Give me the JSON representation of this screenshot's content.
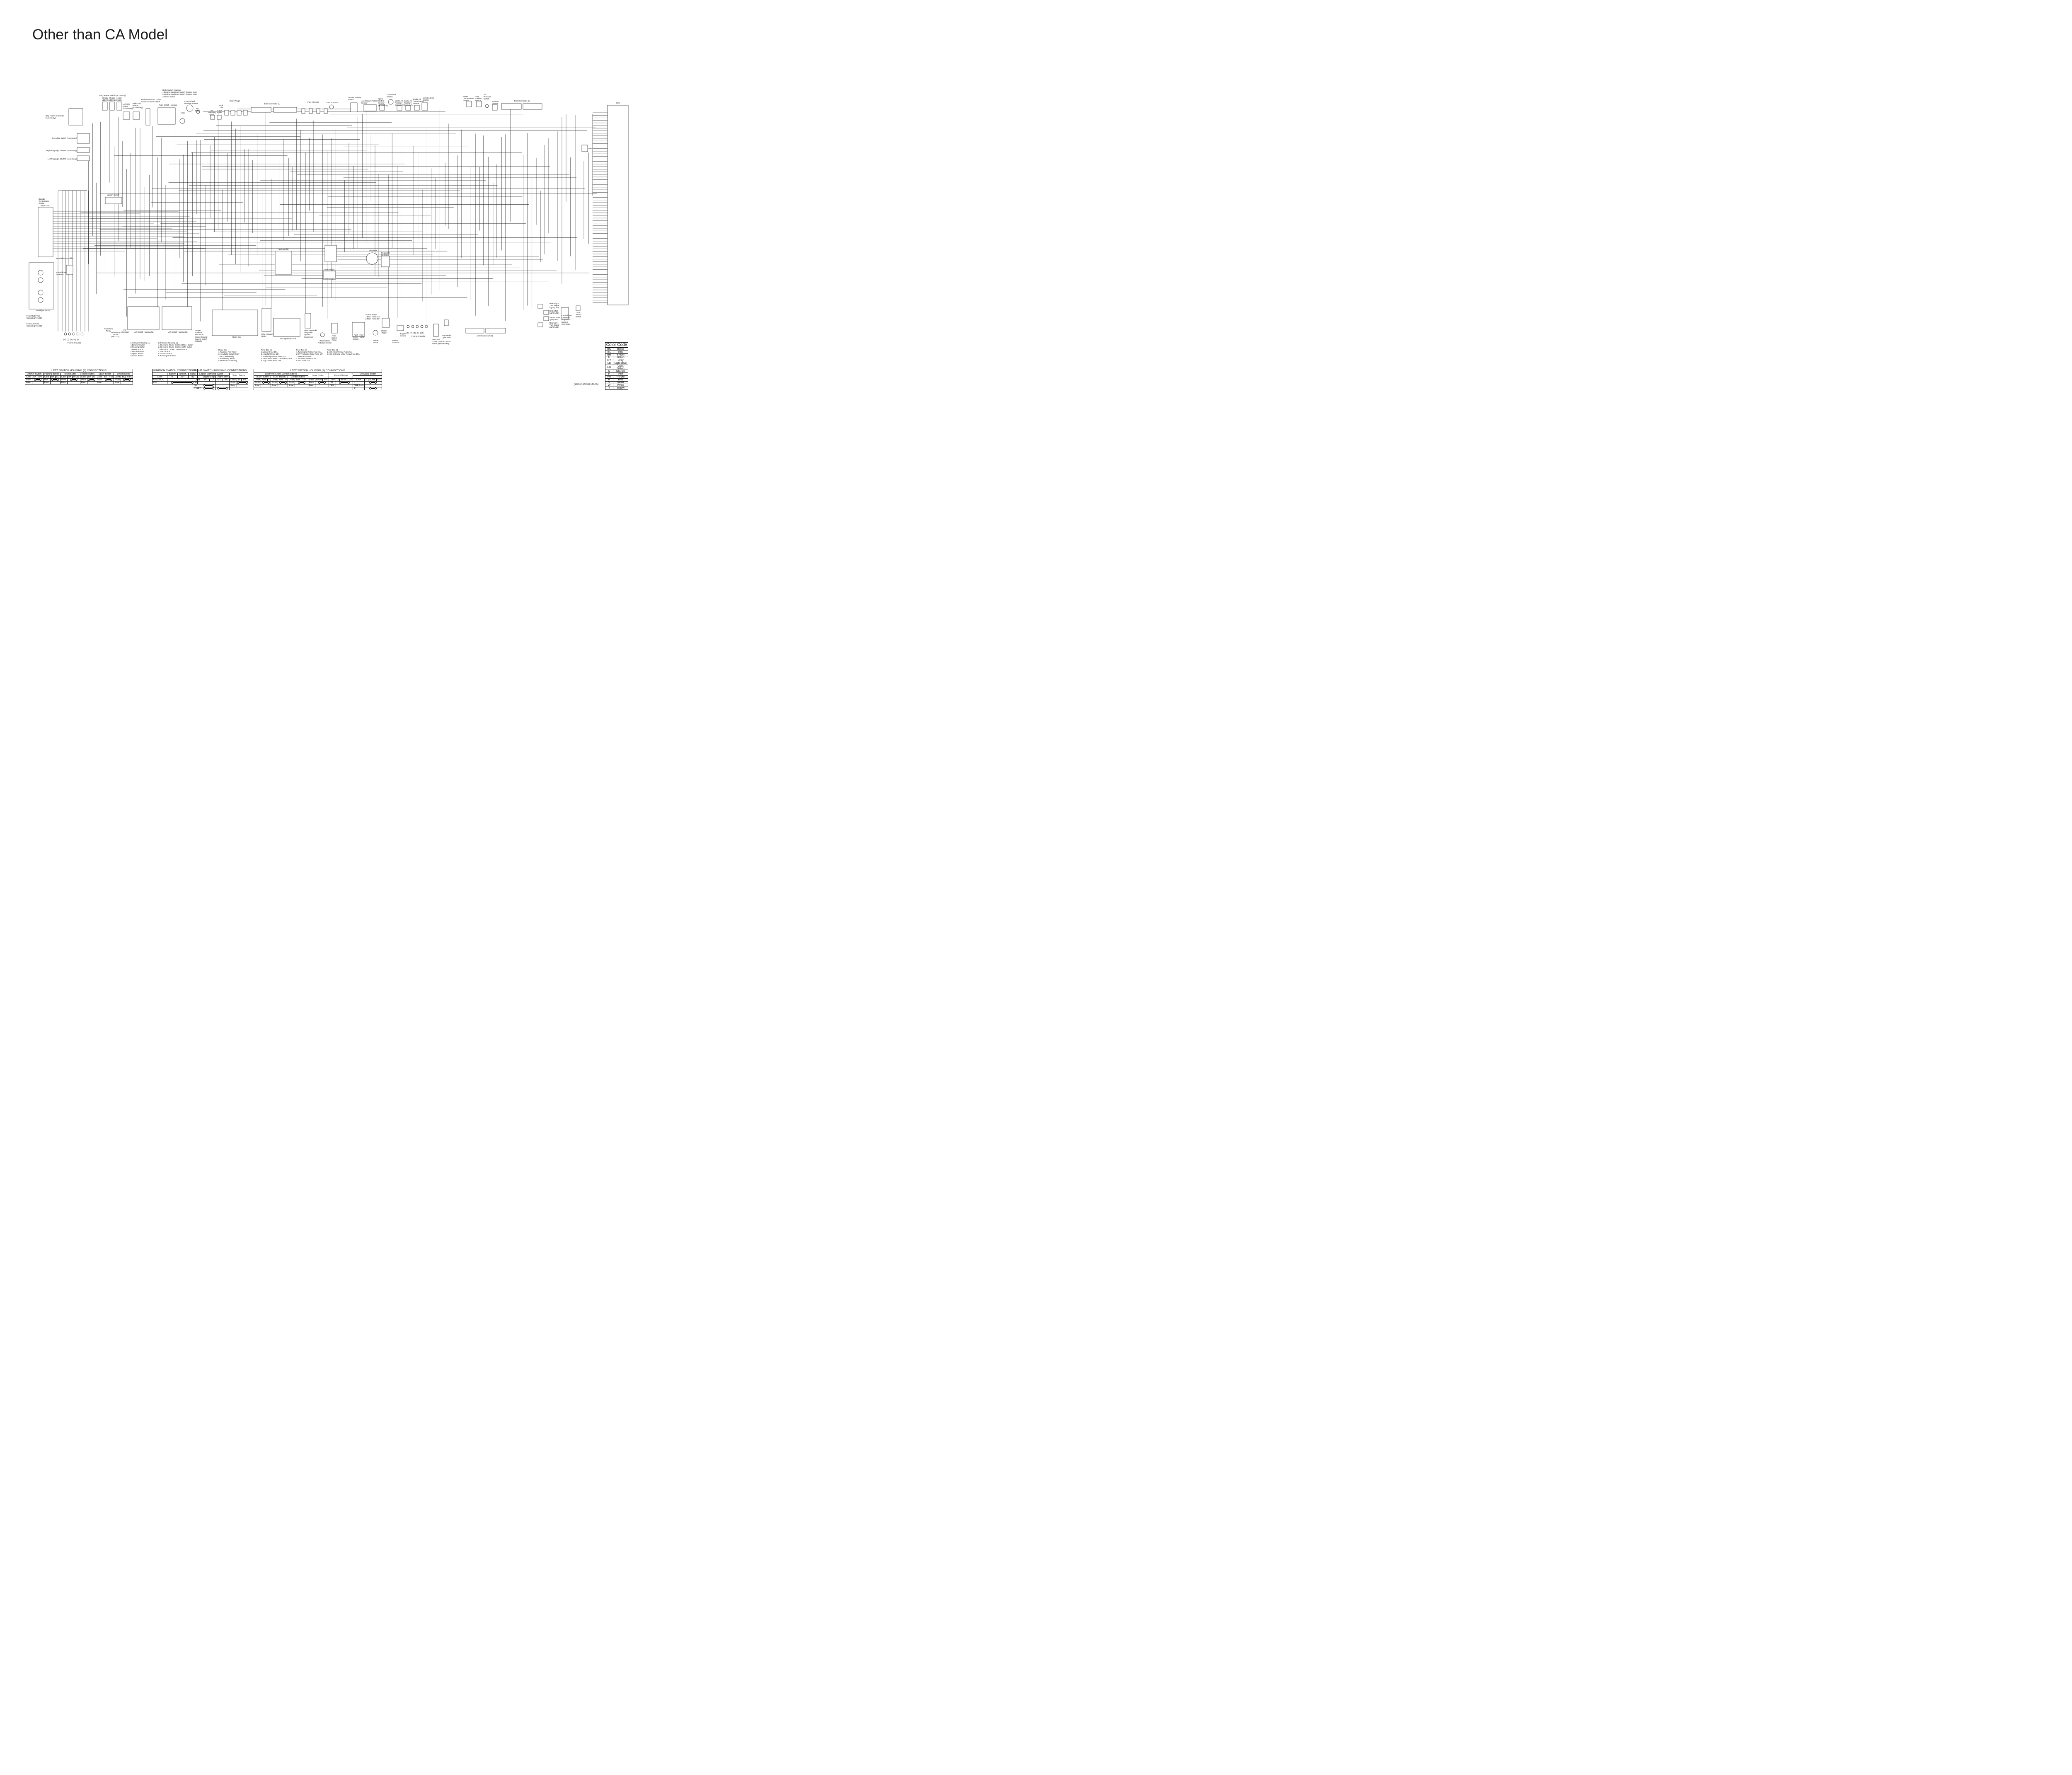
{
  "title": "Other than CA Model",
  "reference_code": "(98052-1403B,1457A)",
  "components": {
    "grip_heater_controller": "Grip Heater Controller\n(Accessory)",
    "grip_heater_switch": "Grip Heater Switch (Accessory)",
    "heater_led_2": "Heater\nLED (2)",
    "heater_led_1": "Heater\nLED (1)",
    "heater_switch": "Heater\nSwitch",
    "left_grip_heater": "Left Grip\nHeater\n(Accessory)",
    "right_grip_heater": "Right Grip\nHeater\n(Accessory)",
    "brake_cruise_cancel": "Brake/Electronic Cruise\nControl Cancel Switch",
    "right_switch_housing_top": "Right Switch Housing",
    "right_switch_housing_list": "Right Switch Housing\n1.Engine Start/Stop Switch (Engine Stop)\n2.Engine Start/Stop Switch (Engine Start)\n3.Select Button",
    "front_wheel_rotation": "Front Wheel\nRotation Sensor",
    "horn": "Horn",
    "fan_motor": "Fan\nMotor",
    "air_switching_valve": "Air\nSwitching\nValve",
    "stick_coils": "Stick\nCoils",
    "purge_valve": "Purge\nValve",
    "spark_plugs": "Spark Plugs",
    "joint_connector_1": "Joint Connector (1)",
    "fuel_injectors": "Fuel Injectors",
    "etv_actuator": "ETV Actuator",
    "throttle_position": "Throttle Position\nSensor",
    "accelerator_position": "Accelerator Position\nSensor",
    "quick_shifter": "Quick\nShifter\nSensor\n(Accessory)",
    "crankshaft_sensor": "Crankshaft\nSensor",
    "intake_air_pressure_2": "Intake Air\nPressure\nSensor #2",
    "intake_air_pressure_1": "Intake Air\nPressure\nSensor #1",
    "intake_air_temp": "Intake Air\nTemperature\nSensor",
    "vehicle_down": "Vehicle-down\nSensor",
    "water_temp": "Water\nTemperature\nSensor",
    "gear_position": "Gear\nPosition\nSensor",
    "oil_pressure": "Oil\nPressure\nSwitch",
    "oxygen_sensor": "Oxygen\nSensor",
    "joint_connector_2": "Joint Connector (2)",
    "ecu": "ECU",
    "imu": "IMU",
    "fog_light_switch": "Fog Light Switch (Accessory)",
    "right_fog_light": "Right Fog Light 12V6W (Accessory)",
    "left_fog_light": "Left Fog Light 12V6W (Accessory)",
    "ignition_switch": "Ignition Switch",
    "outside_temp": "Outside\nTemperature\nSensor",
    "meter_unit": "Meter Unit",
    "immobilizer_amplifier": "Immobilizer Amplifier",
    "immobilizer_antenna": "Immobilizer\nAntenna",
    "headlight": "Headlight (LED)",
    "front_right_turn": "Front Right Turn\nSignal Light (LED)",
    "front_left_turn": "Front Left Turn\nSignal Light (LED)",
    "frame_grounds_left": "Frame Grounds",
    "frame_ground_numbers": "(1)  (2)  (3)  (4)  (5)",
    "accessory_relay": "Accessory\nRelay",
    "accessory_socket": "Accessory\nSocket\n(DC 12V)",
    "for_accessory": "For\nAccessory",
    "left_switch_housing_1": "Left Switch Housing (1)",
    "left_switch_housing_2": "Left Switch Housing (2)",
    "lsh1_list": "Left Switch Housing (1)\n1.Dimmer Switch\n2.Passing Button\n3.Reset Button\n4.Middle Button\n5.Upper Button\n6.Lower Button",
    "lsh2_list": "Left Switch Housing (2)\n1.Electronic Cruise Control RES/+ Button\n2.Electronic Cruise Control SET/- Button\n3.Electronic Cruise Control Button\n4.Horn Button\n5.Hazard Button\n6.Turn Signal Button",
    "starter_lockout": "Starter\nLockout/\nElectronic\nCruise Control\nCancel Switch\n(Clutch)",
    "relay_box": "Relay Box",
    "relay_box_list": "Relay Box\n1.Radiator Fan Relay\n2.Headlight Circuit Relay\n3.ECU Main Relay\n4.Fuel Pump Relay\n5.Starter Circuit Relay",
    "etv_actuator_relay": "ETV Actuator\nRelay",
    "abs_hydraulic_unit": "ABS Hydraulic Unit",
    "abs_diagnosis": "ABS Kawasaki\nDiagnosis\nSystem\nConnector",
    "rear_wheel_rotation": "Rear Wheel\nRotation Sensor",
    "turn_signal_relay": "Turn\nSignal\nRelay",
    "fuse_box_1": "Fuse Box (1)",
    "fuse_box_2": "Fuse Box (2)",
    "fuse_box_3": "Fuse Box (3)",
    "fuse_box_1_list": "Fuse Box (1)\n1.Ignition Fuse 15A\n2.Headlight Fuse 10A\n3.Brake Light/Horn Fuse 10A\n4.Electronic Cruise Control Fuse 10A\n5.Grip Heater Fuse 15A",
    "fuse_box_2_list": "Fuse Box (2)\n1.Turn Signal Relay Fuse 10A\n2.ETV Actuator Relay Fuse 10A\n3.Meter Fuse 10A\n4.Accessory Fuse 7.5A\n5.Fan Fuse 15A",
    "fuse_box_3_list": "Fuse Box (3)\n1.ABS Motor Relay Fuse 25A\n2.ABS Solenoid Valve Relay Fuse 15A",
    "alternator": "Alternator",
    "regulator_rectifier": "Regulator/\nRectifier",
    "fuel_level_sensor": "Fuel\nLevel\nSensor",
    "fuel_pump": "Fuel\nPump",
    "starter_relay_list": "Starter Relay\n1.ECU Fuse 15A\n2.Main Fuse 30A",
    "starter_motor": "Starter\nMotor",
    "starter_relay": "Starter\nRelay",
    "battery": "Battery\n12V8Ah",
    "engine_ground": "Engine\nGround",
    "frame_grounds_right": "Frame Grounds",
    "frame_ground_numbers_right": "(6)  (7)  (8)  (9)  (10)",
    "cruise_cancel_rear": "Electronic\nCruise Control Cancel\nSwitch (Rear Brake)",
    "rear_brake_switch": "Rear Brake\nLight Switch",
    "joint_connector_3": "Joint Connector (3)",
    "rear_right_turn": "Rear Right\nTurn Signal\nLight (LED)",
    "brake_tail": "Brake/Tail\nLight (LED)",
    "license_plate": "License Plate\nLight (LED)",
    "rear_left_turn": "Rear Left\nTurn Signal\nLight (LED)",
    "immobilizer_diag": "Immobilizer/\nKawasaki\nDiagnostic\nSystem\nConnector",
    "side_stand": "Side\nStand\nSwitch"
  },
  "color_code": {
    "title": "Color Code",
    "rows": [
      [
        "BK",
        "Black"
      ],
      [
        "BL",
        "Blue"
      ],
      [
        "BR",
        "Brown"
      ],
      [
        "G",
        "Green"
      ],
      [
        "GY",
        "Gray"
      ],
      [
        "LB",
        "Light Blue"
      ],
      [
        "LG",
        "Light Green"
      ],
      [
        "O",
        "Orange"
      ],
      [
        "P",
        "Pink"
      ],
      [
        "PU",
        "Purple"
      ],
      [
        "R",
        "Red"
      ],
      [
        "V",
        "Violet"
      ],
      [
        "W",
        "White"
      ],
      [
        "Y",
        "Yellow"
      ]
    ]
  },
  "tables": {
    "lsh1": {
      "title": "LEFT SWITCH HOUSING (1) CONNECTIONS",
      "groups": [
        {
          "name": "Dimmer Switch",
          "cols": [
            "Color",
            "BK",
            "O/R"
          ],
          "rows": [
            [
              "Push"
            ],
            [
              "Free"
            ]
          ]
        },
        {
          "name": "Passing Button",
          "cols": [
            "Color",
            "BK",
            "LG"
          ],
          "rows": [
            [
              "Pull"
            ],
            [
              "Free"
            ]
          ]
        },
        {
          "name": "Reset Button",
          "cols": [
            "Color",
            "BK",
            "BR/W"
          ],
          "rows": [
            [
              "Push"
            ],
            [
              "Free"
            ]
          ]
        },
        {
          "name": "Middle Button",
          "cols": [
            "Color",
            "BK",
            "O"
          ],
          "rows": [
            [
              "Push"
            ],
            [
              "Free"
            ]
          ]
        },
        {
          "name": "Upper Button",
          "cols": [
            "Color",
            "BK",
            "Y/R"
          ],
          "rows": [
            [
              "Push"
            ],
            [
              "Free"
            ]
          ]
        },
        {
          "name": "Lower Button",
          "cols": [
            "Color",
            "BK",
            "Y/BK"
          ],
          "rows": [
            [
              "Push"
            ],
            [
              "Free"
            ]
          ]
        }
      ]
    },
    "ignition": {
      "title": "IGNITION SWITCH CONNECTIONS",
      "cols": [
        "Battery",
        "Ignition",
        "Signal"
      ],
      "colors": [
        "Color",
        "W",
        "BR",
        "BL"
      ],
      "rows": [
        "OFF,LOCK",
        "ON"
      ]
    },
    "rsh": {
      "title": "RIGHT SWITCH HOUSING CONNECTIONS",
      "group1": "Engine Start/Stop Switch",
      "sub_stop": "Engine Stop",
      "sub_start": "Engine Start",
      "group2": "Select Button",
      "colors": [
        "Color",
        "BL",
        "O",
        "GY",
        "BR"
      ],
      "colors2": [
        "Color",
        "R",
        "BK"
      ],
      "rows": [
        "OFF",
        "ON",
        "START"
      ],
      "rows2": [
        "Push",
        "Free"
      ]
    },
    "lsh2": {
      "title": "LEFT SWITCH HOUSING (2) CONNECTIONS",
      "group_ecc": "Electronic Cruise Control Buttons",
      "res": "RES/+ Button",
      "set": "SET/- Button",
      "ctrl": "Control Button",
      "horn": "Horn Button",
      "hazard": "Hazard Button",
      "turn": "Turn Signal Switch",
      "res_cols": [
        "Color",
        "R/W",
        "Y"
      ],
      "set_cols": [
        "Color",
        "R/W",
        "P"
      ],
      "ctrl_cols": [
        "Color",
        "R/W",
        "Y/BL"
      ],
      "horn_cols": [
        "Color",
        "BK/W",
        "R/G"
      ],
      "hazard_cols": [
        "Color",
        "G",
        "BL/BK",
        "GY"
      ],
      "turn_cols": [
        "Color",
        "G",
        "BL/BK",
        "GY"
      ],
      "push": "Push",
      "free": "Free",
      "on": "ON",
      "off": "OFF",
      "l": "L",
      "offpush": "OFF,Push",
      "r": "R"
    }
  }
}
